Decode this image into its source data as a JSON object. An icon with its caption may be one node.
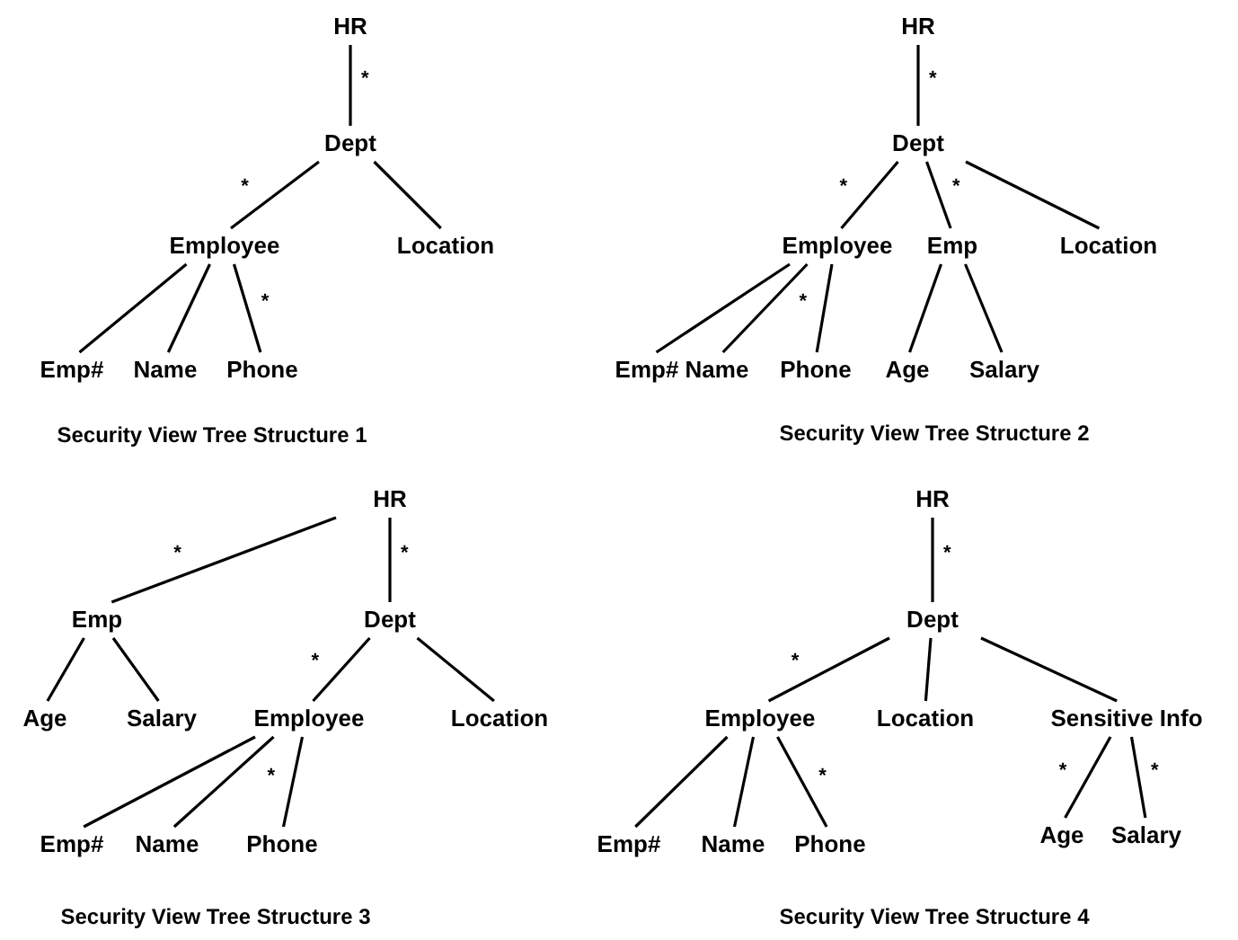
{
  "diagram": {
    "nodes": [
      {
        "text": [
          "HR"
        ]
      },
      {
        "text": [
          "Dept"
        ]
      },
      {
        "text": [
          "Employee"
        ]
      },
      {
        "text": [
          "Location"
        ]
      },
      {
        "text": [
          "Emp#"
        ]
      },
      {
        "text": [
          "Name"
        ]
      },
      {
        "text": [
          "Phone"
        ]
      },
      {
        "text": [
          "HR"
        ]
      },
      {
        "text": [
          "Dept"
        ]
      },
      {
        "text": [
          "Employee"
        ]
      },
      {
        "text": [
          "Emp"
        ]
      },
      {
        "text": [
          "Location"
        ]
      },
      {
        "text": [
          "Emp#"
        ]
      },
      {
        "text": [
          "Name"
        ]
      },
      {
        "text": [
          "Phone"
        ]
      },
      {
        "text": [
          "Age"
        ]
      },
      {
        "text": [
          "Salary"
        ]
      },
      {
        "text": [
          "HR"
        ]
      },
      {
        "text": [
          "Emp"
        ]
      },
      {
        "text": [
          "Dept"
        ]
      },
      {
        "text": [
          "Age"
        ]
      },
      {
        "text": [
          "Salary"
        ]
      },
      {
        "text": [
          "Employee"
        ]
      },
      {
        "text": [
          "Location"
        ]
      },
      {
        "text": [
          "Emp#"
        ]
      },
      {
        "text": [
          "Name"
        ]
      },
      {
        "text": [
          "Phone"
        ]
      },
      {
        "text": [
          "HR"
        ]
      },
      {
        "text": [
          "Dept"
        ]
      },
      {
        "text": [
          "Employee"
        ]
      },
      {
        "text": [
          "Location"
        ]
      },
      {
        "text": [
          "Sensitive Info"
        ]
      },
      {
        "text": [
          "Emp#"
        ]
      },
      {
        "text": [
          "Name"
        ]
      },
      {
        "text": [
          "Phone"
        ]
      },
      {
        "text": [
          "Age"
        ]
      },
      {
        "text": [
          "Salary"
        ]
      }
    ],
    "edges": [
      {
        "from": 0,
        "to": 1,
        "arrow": "none",
        "label": "*"
      },
      {
        "from": 1,
        "to": 2,
        "arrow": "none",
        "label": "*"
      },
      {
        "from": 1,
        "to": 3,
        "arrow": "none"
      },
      {
        "from": 2,
        "to": 4,
        "arrow": "none"
      },
      {
        "from": 2,
        "to": 5,
        "arrow": "none"
      },
      {
        "from": 2,
        "to": 6,
        "arrow": "none",
        "label": "*"
      },
      {
        "from": 7,
        "to": 8,
        "arrow": "none",
        "label": "*"
      },
      {
        "from": 8,
        "to": 9,
        "arrow": "none",
        "label": "*"
      },
      {
        "from": 8,
        "to": 10,
        "arrow": "none",
        "label": "*"
      },
      {
        "from": 8,
        "to": 11,
        "arrow": "none"
      },
      {
        "from": 9,
        "to": 12,
        "arrow": "none"
      },
      {
        "from": 9,
        "to": 13,
        "arrow": "none"
      },
      {
        "from": 9,
        "to": 14,
        "arrow": "none",
        "label": "*"
      },
      {
        "from": 10,
        "to": 15,
        "arrow": "none"
      },
      {
        "from": 10,
        "to": 16,
        "arrow": "none"
      },
      {
        "from": 17,
        "to": 18,
        "arrow": "none",
        "label": "*"
      },
      {
        "from": 17,
        "to": 19,
        "arrow": "none",
        "label": "*"
      },
      {
        "from": 18,
        "to": 20,
        "arrow": "none"
      },
      {
        "from": 18,
        "to": 21,
        "arrow": "none"
      },
      {
        "from": 19,
        "to": 22,
        "arrow": "none",
        "label": "*"
      },
      {
        "from": 19,
        "to": 23,
        "arrow": "none"
      },
      {
        "from": 22,
        "to": 24,
        "arrow": "none"
      },
      {
        "from": 22,
        "to": 25,
        "arrow": "none"
      },
      {
        "from": 22,
        "to": 26,
        "arrow": "none",
        "label": "*"
      },
      {
        "from": 27,
        "to": 28,
        "arrow": "none",
        "label": "*"
      },
      {
        "from": 28,
        "to": 29,
        "arrow": "none",
        "label": "*"
      },
      {
        "from": 28,
        "to": 30,
        "arrow": "none"
      },
      {
        "from": 28,
        "to": 31,
        "arrow": "none"
      },
      {
        "from": 29,
        "to": 32,
        "arrow": "none"
      },
      {
        "from": 29,
        "to": 33,
        "arrow": "none"
      },
      {
        "from": 29,
        "to": 34,
        "arrow": "none",
        "label": "*"
      },
      {
        "from": 31,
        "to": 35,
        "arrow": "none",
        "label": "*"
      },
      {
        "from": 31,
        "to": 36,
        "arrow": "none",
        "label": "*"
      }
    ],
    "labels": [
      "Security View Tree Structure 1",
      "Security View Tree Structure 2",
      "Security View Tree Structure 3",
      "Security View Tree Structure 4"
    ]
  }
}
